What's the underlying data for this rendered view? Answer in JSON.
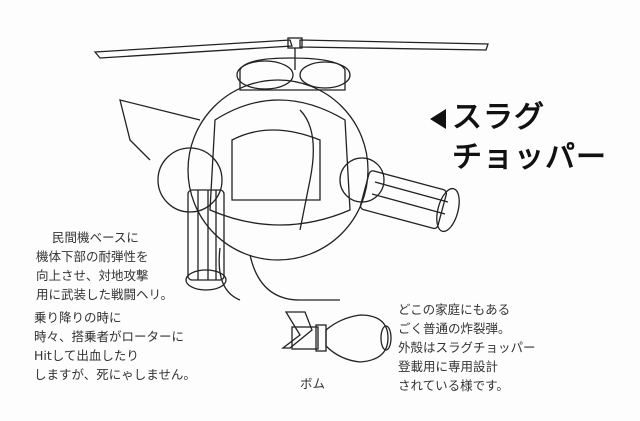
{
  "title": {
    "line1": "スラグ",
    "line2": "チョッパー",
    "arrow_icon": "left-triangle"
  },
  "notes": {
    "description": [
      "民間機ベースに",
      "機体下部の耐弾性を",
      "向上させ、対地攻撃",
      "用に武装した戦闘ヘリ。"
    ],
    "trivia": [
      "乗り降りの時に",
      "時々、搭乗者がローターに",
      "Hitして出血したり",
      "しますが、死にゃしません。"
    ],
    "bomb_label": "ボム",
    "bomb_description": [
      "どこの家庭にもある",
      "ごく普通の炸裂弾。",
      "外殻はスラグチョッパー",
      "登載用に専用設計",
      "されている様です。"
    ]
  }
}
